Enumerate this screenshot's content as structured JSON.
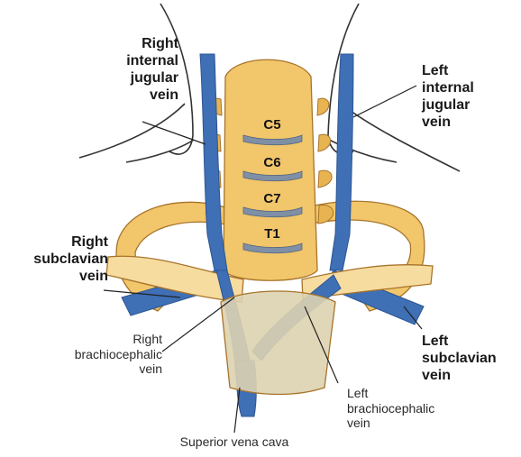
{
  "vertebrae": [
    "C5",
    "C6",
    "C7",
    "T1"
  ],
  "labels": {
    "right_internal_jugular": [
      "Right",
      "internal",
      "jugular",
      "vein"
    ],
    "left_internal_jugular": [
      "Left",
      "internal",
      "jugular",
      "vein"
    ],
    "right_subclavian": [
      "Right",
      "subclavian",
      "vein"
    ],
    "left_subclavian": [
      "Left",
      "subclavian",
      "vein"
    ],
    "right_brachiocephalic": [
      "Right",
      "brachiocephalic",
      "vein"
    ],
    "left_brachiocephalic": [
      "Left",
      "brachiocephalic",
      "vein"
    ],
    "superior_vena_cava": "Superior vena cava"
  },
  "colors": {
    "vein": "#3f6fb5",
    "vein_dark": "#2d5593",
    "bone": "#f2c66b",
    "bone_dark": "#d99a35",
    "disc": "#7f8fa6",
    "sternum": "#ddd2b0",
    "outline": "#333333"
  }
}
